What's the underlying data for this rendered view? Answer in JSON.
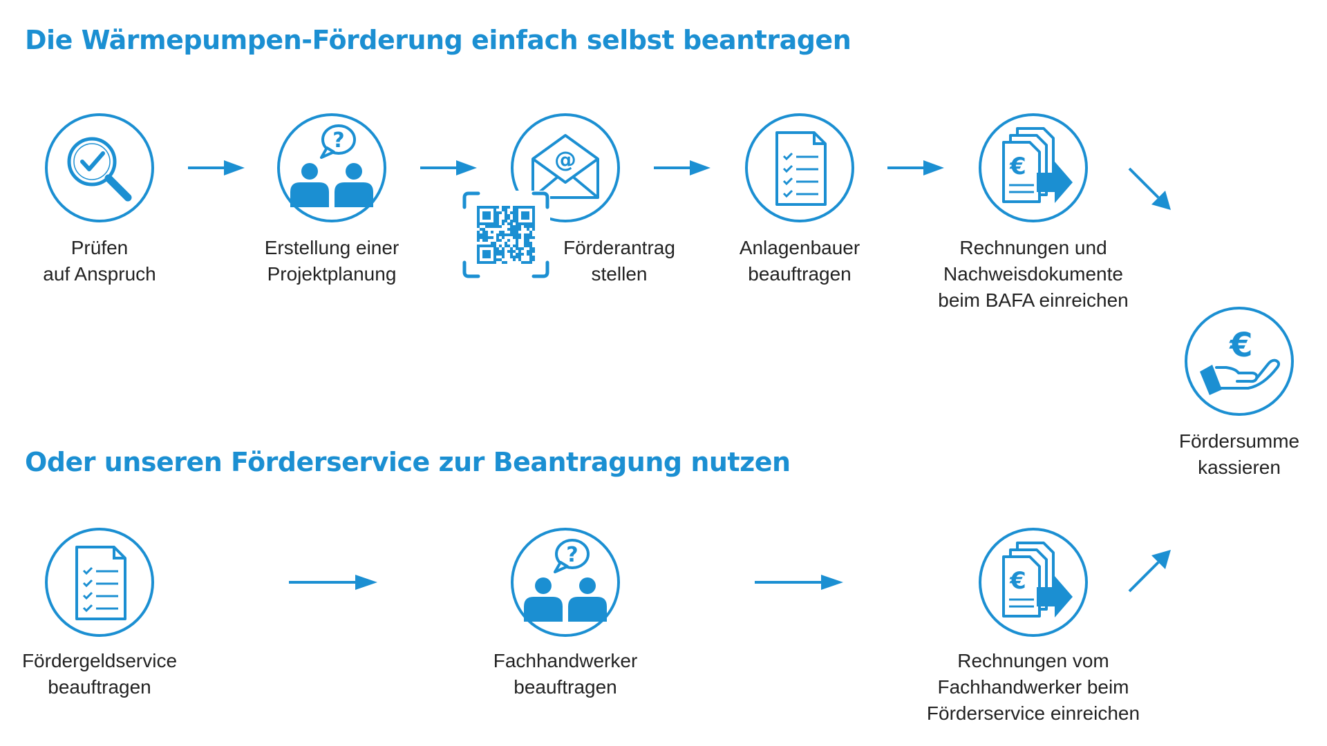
{
  "headings": {
    "self": "Die Wärmepumpen-Förderung einfach selbst beantragen",
    "service": "Oder unseren Förderservice zur Beantragung nutzen"
  },
  "self_steps": [
    {
      "icon": "magnifier-check-icon",
      "label": "Prüfen\nauf Anspruch"
    },
    {
      "icon": "consultation-icon",
      "label": "Erstellung einer\nProjektplanung"
    },
    {
      "icon": "email-icon",
      "label": "Förderantrag\nstellen"
    },
    {
      "icon": "checklist-document-icon",
      "label": "Anlagenbauer\nbeauftragen"
    },
    {
      "icon": "euro-documents-send-icon",
      "label": "Rechnungen und\nNachweisdokumente\nbeim BAFA einreichen"
    }
  ],
  "final_step": {
    "icon": "euro-hand-icon",
    "label": "Fördersumme\nkassieren"
  },
  "service_steps": [
    {
      "icon": "checklist-document-icon",
      "label": "Fördergeldservice\nbeauftragen"
    },
    {
      "icon": "consultation-icon",
      "label": "Fachhandwerker\nbeauftragen"
    },
    {
      "icon": "euro-documents-send-icon",
      "label": "Rechnungen vom\nFachhandwerker beim\nFörderservice einreichen"
    }
  ],
  "qr_code": {
    "icon": "qr-code-icon"
  },
  "colors": {
    "accent": "#1b8fd2",
    "text": "#222222"
  }
}
